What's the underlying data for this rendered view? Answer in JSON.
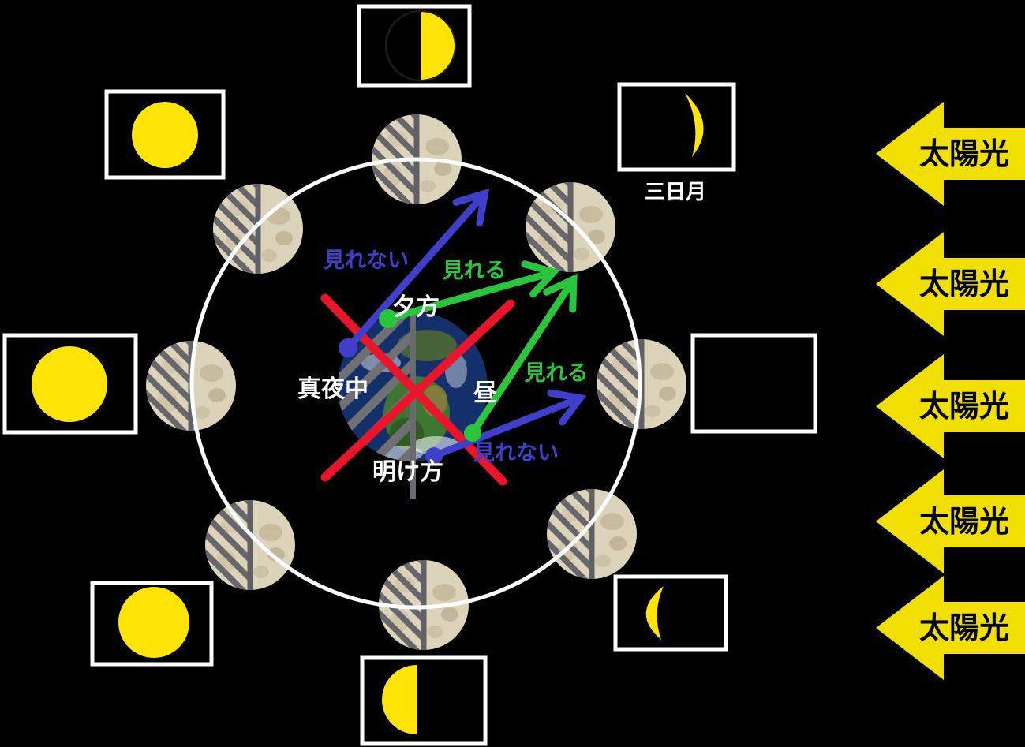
{
  "diagram": {
    "subject": "moon-phase-visibility-diagram",
    "center_labels": {
      "evening": "夕方",
      "midnight": "真夜中",
      "noon": "昼",
      "dawn": "明け方"
    },
    "visibility_labels": [
      {
        "id": "not-visible-top",
        "text": "見れない",
        "color": "#3f3fcc"
      },
      {
        "id": "visible-top",
        "text": "見れる",
        "color": "#29c53a"
      },
      {
        "id": "visible-right",
        "text": "見れる",
        "color": "#29c53a"
      },
      {
        "id": "not-visible-bottom",
        "text": "見れない",
        "color": "#3f3fcc"
      }
    ],
    "sun_arrows": [
      {
        "label": "太陽光"
      },
      {
        "label": "太陽光"
      },
      {
        "label": "太陽光"
      },
      {
        "label": "太陽光"
      },
      {
        "label": "太陽光"
      }
    ],
    "phase_boxes": [
      {
        "position": "top",
        "phase": "first-quarter-right-half-lit"
      },
      {
        "position": "top-right",
        "phase": "waxing-crescent",
        "caption": "三日月"
      },
      {
        "position": "right",
        "phase": "new-moon-empty"
      },
      {
        "position": "bottom-right",
        "phase": "waning-crescent"
      },
      {
        "position": "bottom",
        "phase": "last-quarter-left-half-lit"
      },
      {
        "position": "bottom-left",
        "phase": "waning-gibbous"
      },
      {
        "position": "left",
        "phase": "full-moon"
      },
      {
        "position": "top-left",
        "phase": "waxing-gibbous"
      }
    ],
    "orbit_moons": [
      "top",
      "top-right",
      "right",
      "bottom-right",
      "bottom",
      "bottom-left",
      "left",
      "top-left"
    ],
    "colors": {
      "background": "#000000",
      "sunlight_yellow": "#f0df00",
      "phase_yellow": "#ffe405",
      "arrow_blue": "#3f3fcc",
      "arrow_green": "#29c53a",
      "cross_red": "#e8152b",
      "orbit_white": "#ffffff",
      "moon_lit": "#dbd3ba",
      "moon_shade_gray": "#67676b",
      "label_white": "#ffffff",
      "sun_arrow_text": "#000000"
    }
  }
}
